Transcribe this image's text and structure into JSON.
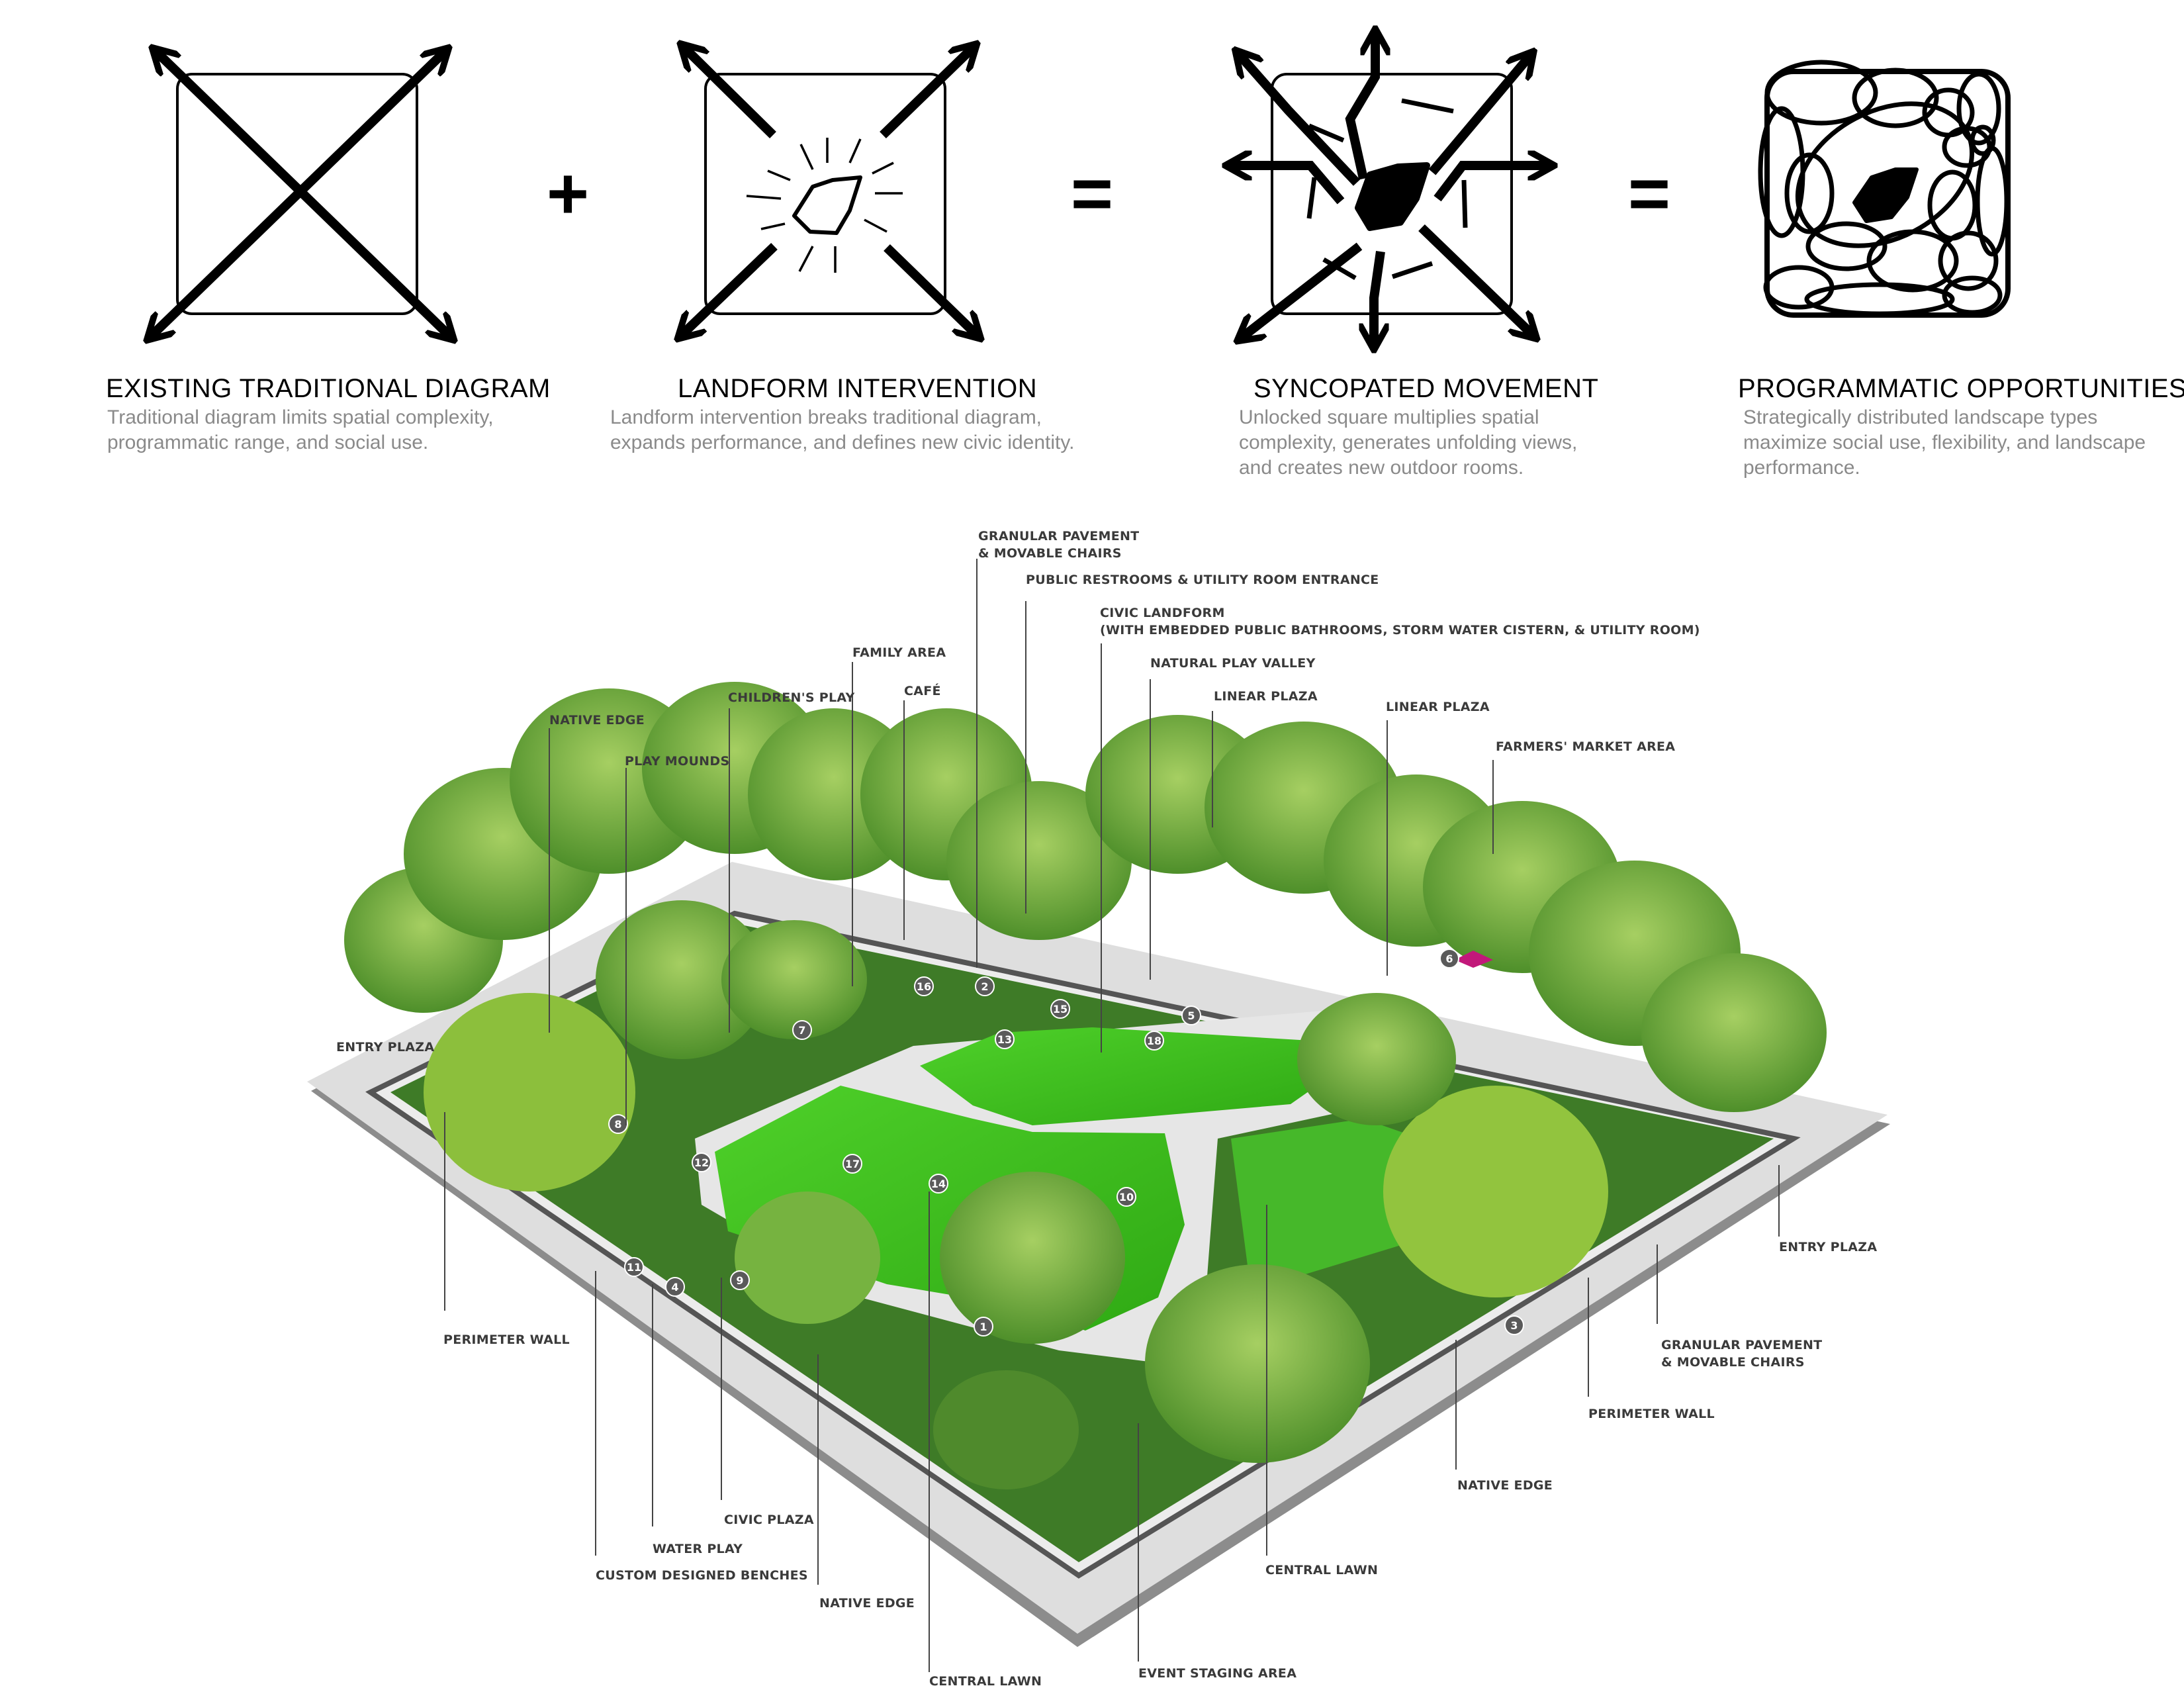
{
  "colors": {
    "ink": "#000000",
    "caption_grey": "#8a8a8a",
    "label_dark": "#3a3a3a",
    "lawn_green": "#3ec21e",
    "tree_green": "#6fa83a",
    "paving_grey": "#d9d9d9",
    "wall_dark": "#444444",
    "market_magenta": "#c2187a"
  },
  "top_diagrams": [
    {
      "title": "EXISTING TRADITIONAL DIAGRAM",
      "desc": [
        "Traditional diagram limits spatial complexity,",
        "programmatic range, and social use."
      ]
    },
    {
      "title": "LANDFORM INTERVENTION",
      "desc": [
        "Landform intervention breaks traditional diagram,",
        "expands performance, and defines new civic identity."
      ]
    },
    {
      "title": "SYNCOPATED MOVEMENT",
      "desc": [
        "Unlocked square multiplies spatial",
        "complexity, generates unfolding views,",
        "and creates new outdoor rooms."
      ]
    },
    {
      "title": "PROGRAMMATIC OPPORTUNITIES",
      "desc": [
        "Strategically distributed landscape types",
        "maximize social use, flexibility, and landscape",
        "performance."
      ]
    }
  ],
  "operators": [
    "+",
    "=",
    "="
  ],
  "labels": {
    "granular_top": [
      "GRANULAR PAVEMENT",
      "& MOVABLE CHAIRS"
    ],
    "restrooms": "PUBLIC RESTROOMS & UTILITY ROOM ENTRANCE",
    "civic_landform": [
      "CIVIC LANDFORM",
      "(WITH EMBEDDED PUBLIC BATHROOMS, STORM WATER CISTERN, & UTILITY ROOM)"
    ],
    "family_area": "FAMILY AREA",
    "natural_play_valley": "NATURAL PLAY VALLEY",
    "cafe": "CAFÉ",
    "linear_plaza_1": "LINEAR PLAZA",
    "childrens_play": "CHILDREN'S PLAY",
    "linear_plaza_2": "LINEAR PLAZA",
    "native_edge_nw": "NATIVE EDGE",
    "farmers_market": "FARMERS' MARKET AREA",
    "play_mounds": "PLAY MOUNDS",
    "entry_plaza_w": "ENTRY PLAZA",
    "entry_plaza_e": "ENTRY PLAZA",
    "perimeter_wall_w": "PERIMETER WALL",
    "granular_right": [
      "GRANULAR PAVEMENT",
      "& MOVABLE CHAIRS"
    ],
    "perimeter_wall_e": "PERIMETER WALL",
    "native_edge_e": "NATIVE EDGE",
    "civic_plaza": "CIVIC PLAZA",
    "water_play": "WATER PLAY",
    "custom_benches": "CUSTOM DESIGNED BENCHES",
    "native_edge_s": "NATIVE EDGE",
    "central_lawn_e": "CENTRAL LAWN",
    "event_staging": "EVENT STAGING AREA",
    "central_lawn_s": "CENTRAL LAWN"
  },
  "markers": [
    "1",
    "2",
    "3",
    "4",
    "5",
    "6",
    "7",
    "8",
    "9",
    "10",
    "11",
    "12",
    "13",
    "14",
    "15",
    "16",
    "17",
    "18"
  ]
}
